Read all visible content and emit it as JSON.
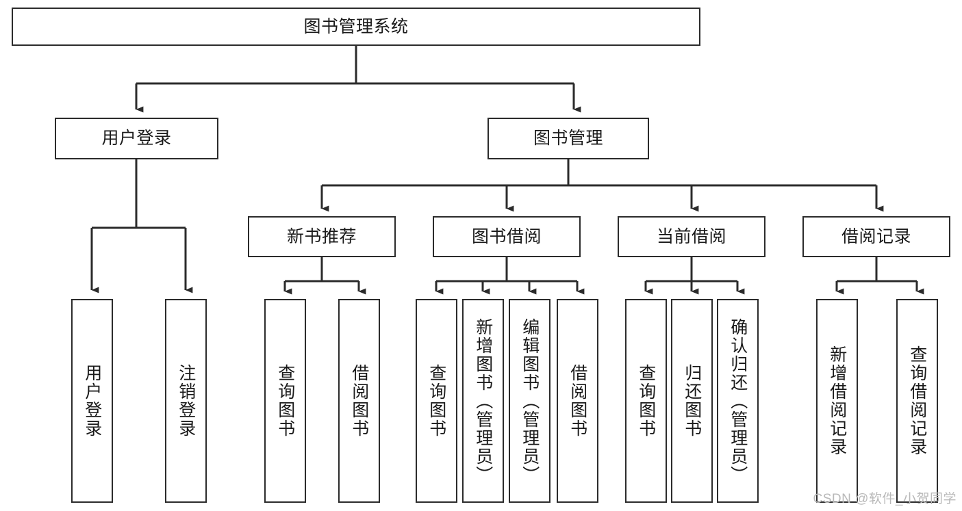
{
  "diagram": {
    "type": "tree-hierarchy-diagram",
    "title": "图书管理系统",
    "watermark": "CSDN @软件_小贺同学",
    "colors": {
      "stroke": "#2b2b2b",
      "fill": "#ffffff",
      "text": "#1a1a1a",
      "watermark": "#b9b9b9"
    },
    "levels": {
      "root": {
        "label": "图书管理系统"
      },
      "level2": [
        {
          "label": "用户登录"
        },
        {
          "label": "图书管理"
        }
      ],
      "level3": [
        {
          "label": "新书推荐"
        },
        {
          "label": "图书借阅"
        },
        {
          "label": "当前借阅"
        },
        {
          "label": "借阅记录"
        }
      ],
      "leaves": [
        {
          "label": "用户登录",
          "parent": "用户登录"
        },
        {
          "label": "注销登录",
          "parent": "用户登录"
        },
        {
          "label": "查询图书",
          "parent": "新书推荐"
        },
        {
          "label": "借阅图书",
          "parent": "新书推荐"
        },
        {
          "label": "查询图书",
          "parent": "图书借阅"
        },
        {
          "label": "新增图书（管理员）",
          "parent": "图书借阅"
        },
        {
          "label": "编辑图书（管理员）",
          "parent": "图书借阅"
        },
        {
          "label": "借阅图书",
          "parent": "图书借阅"
        },
        {
          "label": "查询图书",
          "parent": "当前借阅"
        },
        {
          "label": "归还图书",
          "parent": "当前借阅"
        },
        {
          "label": "确认归还（管理员）",
          "parent": "当前借阅"
        },
        {
          "label": "新增借阅记录",
          "parent": "借阅记录"
        },
        {
          "label": "查询借阅记录",
          "parent": "借阅记录"
        }
      ]
    }
  }
}
